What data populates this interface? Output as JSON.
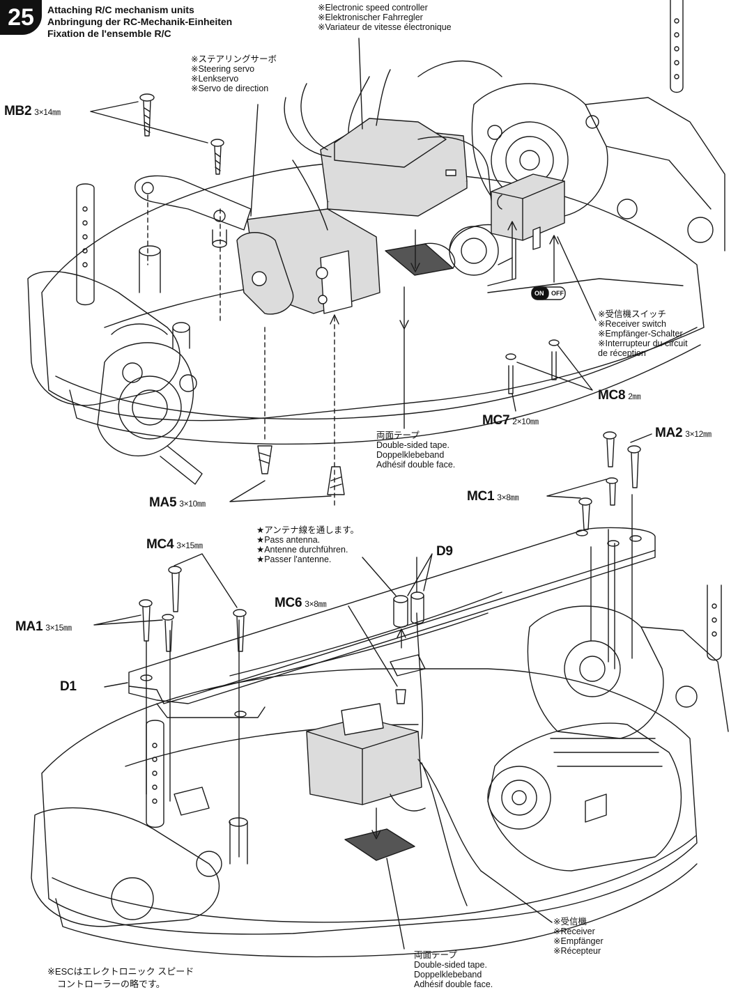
{
  "step": {
    "number": "25",
    "title_lines": [
      "Attaching R/C mechanism units",
      "Anbringung der RC-Mechanik-Einheiten",
      "Fixation de l'ensemble R/C"
    ]
  },
  "labels": {
    "esc": [
      "※Electronic speed controller",
      "※Elektronischer Fahrregler",
      "※Variateur de vitesse électronique"
    ],
    "steering_servo": [
      "※ステアリングサーボ",
      "※Steering servo",
      "※Lenkservo",
      "※Servo de direction"
    ],
    "receiver_switch": [
      "※受信機スイッチ",
      "※Receiver switch",
      "※Empfänger-Schalter",
      "※Interrupteur du circuit",
      "de réception"
    ],
    "tape_top": [
      "両面テープ",
      "Double-sided tape.",
      "Doppelklebeband",
      "Adhésif double face."
    ],
    "antenna": [
      "★アンテナ線を通します。",
      "★Pass antenna.",
      "★Antenne durchführen.",
      "★Passer l'antenne."
    ],
    "receiver": [
      "※受信機",
      "※Receiver",
      "※Empfänger",
      "※Récepteur"
    ],
    "tape_bottom": [
      "両面テープ",
      "Double-sided tape.",
      "Doppelklebeband",
      "Adhésif double face."
    ],
    "esc_note": [
      "※ESCはエレクトロニック スピード",
      "コントローラーの略です。"
    ],
    "switch_on": "ON",
    "switch_off": "OFF"
  },
  "parts": [
    {
      "code": "MB2",
      "size": "3×14㎜"
    },
    {
      "code": "MC8",
      "size": "2㎜"
    },
    {
      "code": "MC7",
      "size": "2×10㎜"
    },
    {
      "code": "MA2",
      "size": "3×12㎜"
    },
    {
      "code": "MA5",
      "size": "3×10㎜"
    },
    {
      "code": "MC1",
      "size": "3×8㎜"
    },
    {
      "code": "MC4",
      "size": "3×15㎜"
    },
    {
      "code": "D9",
      "size": ""
    },
    {
      "code": "MC6",
      "size": "3×8㎜"
    },
    {
      "code": "MA1",
      "size": "3×15㎜"
    },
    {
      "code": "D1",
      "size": ""
    }
  ],
  "colors": {
    "component_fill": "#dcdcdc",
    "tape_fill": "#555555",
    "line": "#1a1a1a"
  }
}
